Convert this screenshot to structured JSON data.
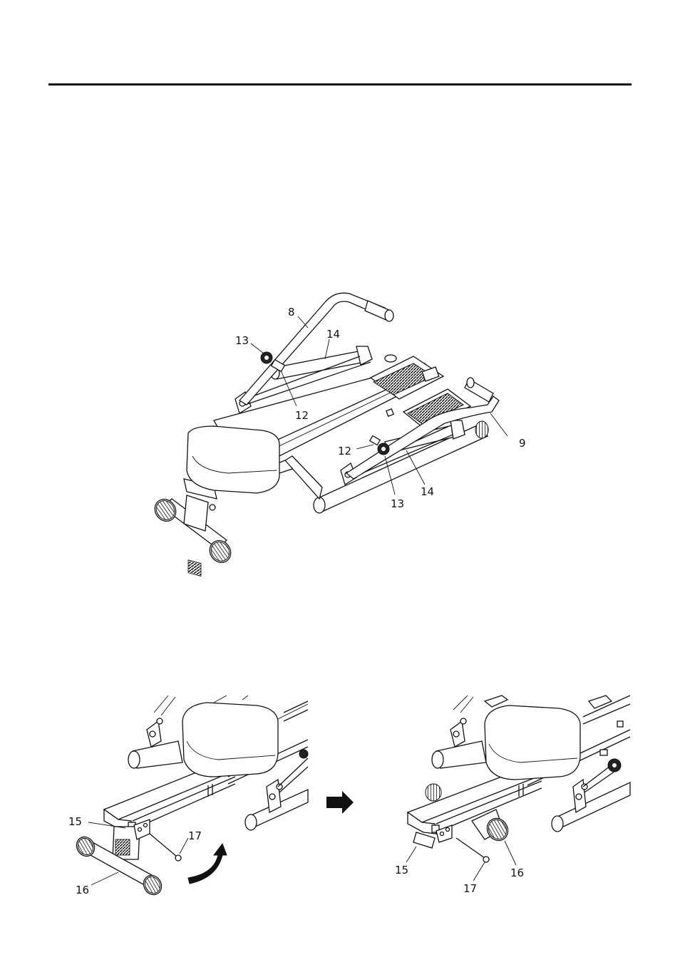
{
  "figure_top": {
    "labels": {
      "p8": "8",
      "p9": "9",
      "p12a": "12",
      "p12b": "12",
      "p13a": "13",
      "p13b": "13",
      "p14a": "14",
      "p14b": "14"
    }
  },
  "figure_bottom_left": {
    "labels": {
      "p15": "15",
      "p16": "16",
      "p17": "17"
    }
  },
  "figure_bottom_right": {
    "labels": {
      "p15": "15",
      "p16": "16",
      "p17": "17"
    }
  }
}
